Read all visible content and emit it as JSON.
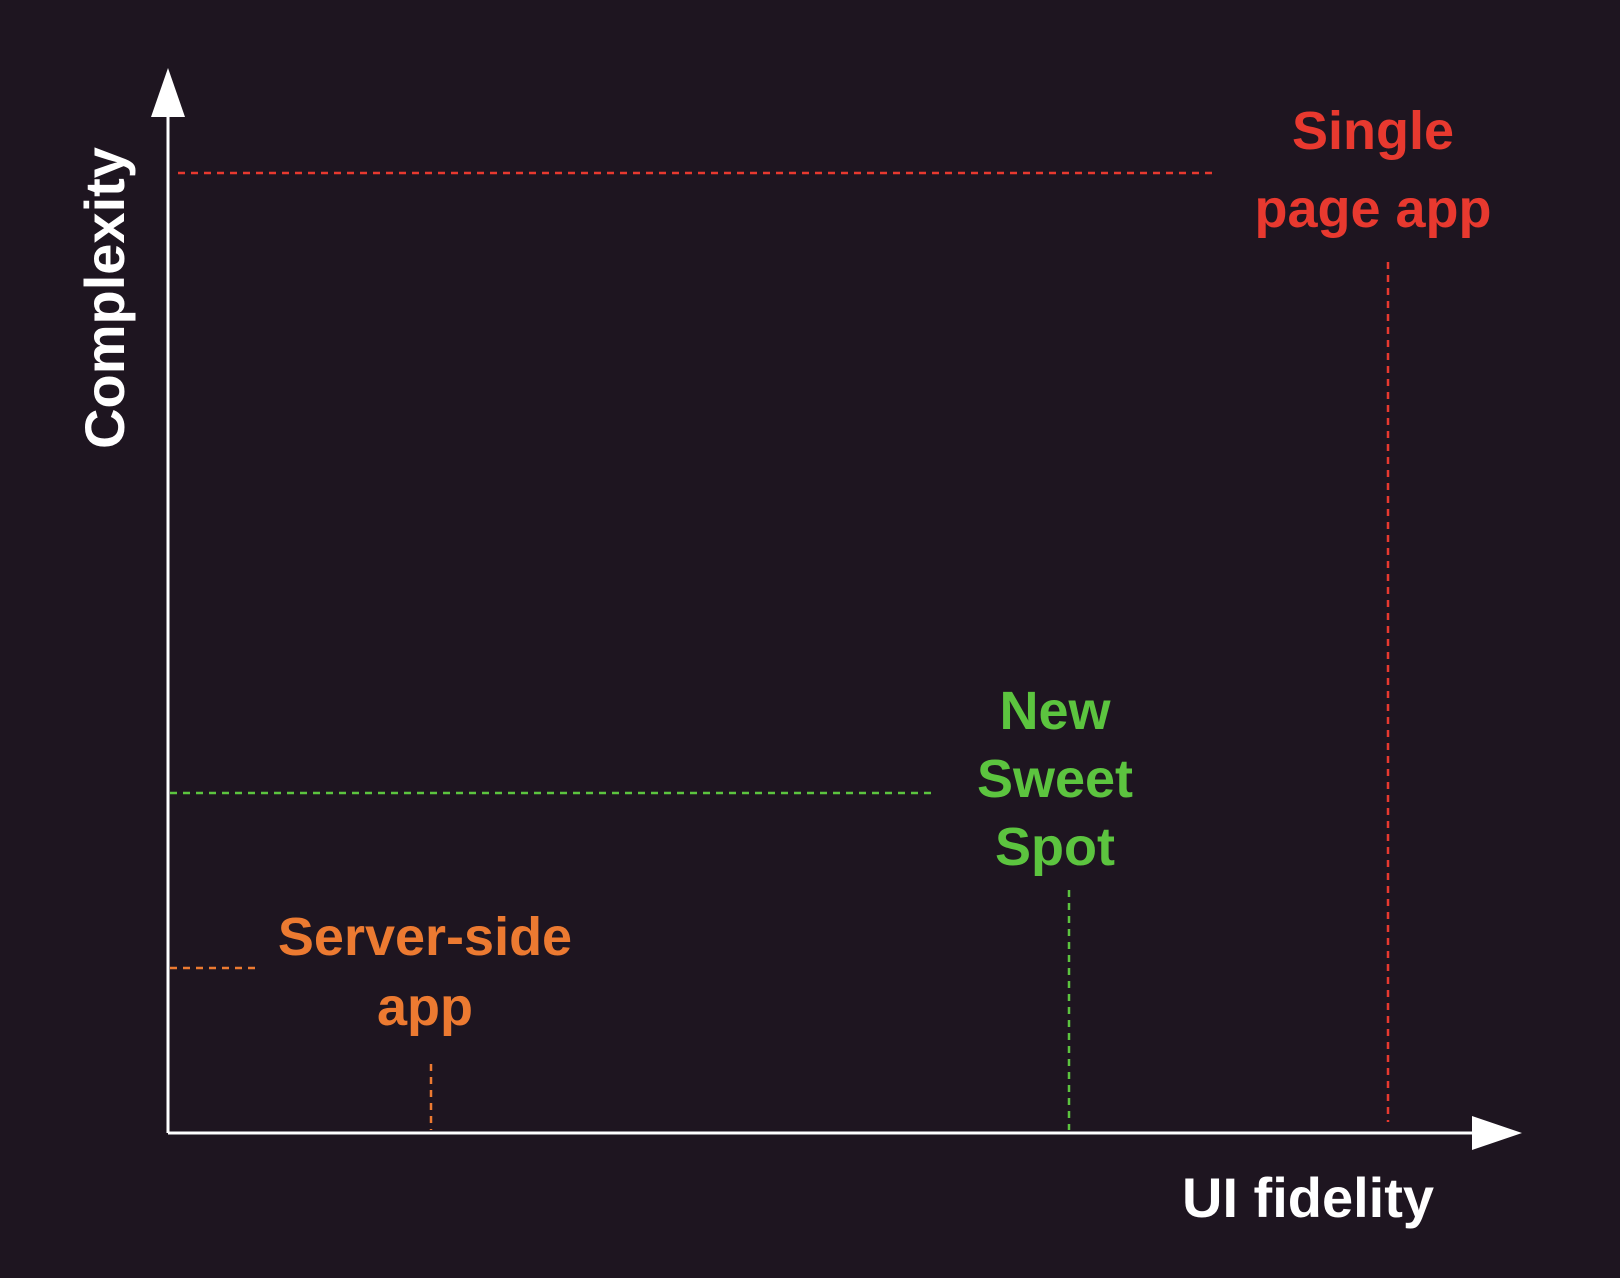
{
  "axes": {
    "x_label": "UI fidelity",
    "y_label": "Complexity"
  },
  "points": [
    {
      "id": "server-side",
      "lines": [
        "Server-side",
        "app"
      ],
      "color": "#ec7a31"
    },
    {
      "id": "new-sweet-spot",
      "lines": [
        "New",
        "Sweet",
        "Spot"
      ],
      "color": "#5cc43f"
    },
    {
      "id": "single-page-app",
      "lines": [
        "Single",
        "page app"
      ],
      "color": "#e8392f"
    }
  ],
  "colors": {
    "background": "#1e1520",
    "axis": "#ffffff"
  }
}
